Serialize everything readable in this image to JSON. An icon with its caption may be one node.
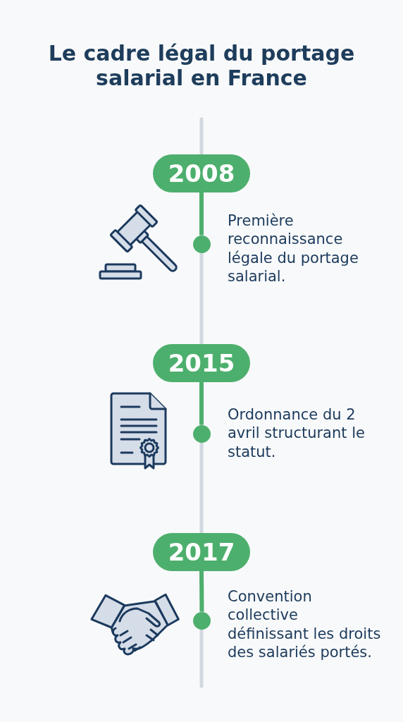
{
  "diagram": {
    "title": "Le cadre légal du portage salarial en France",
    "nodes": [
      {
        "text": [
          "2008"
        ]
      },
      {
        "text": [],
        "shape": "circle",
        "beside": [
          "Première reconnaissance légale du portage salarial."
        ]
      },
      {
        "text": [
          "2015"
        ]
      },
      {
        "text": [],
        "shape": "circle",
        "beside": [
          "Ordonnance du 2 avril structurant le statut."
        ]
      },
      {
        "text": [
          "2017"
        ]
      },
      {
        "text": [],
        "shape": "circle",
        "beside": [
          "Convention collective définissant les droits des salariés portés."
        ]
      }
    ],
    "edges": [
      {
        "from": 0,
        "to": 1,
        "arrow": "none"
      },
      {
        "from": 2,
        "to": 3,
        "arrow": "none"
      },
      {
        "from": 4,
        "to": 5,
        "arrow": "none"
      }
    ]
  }
}
